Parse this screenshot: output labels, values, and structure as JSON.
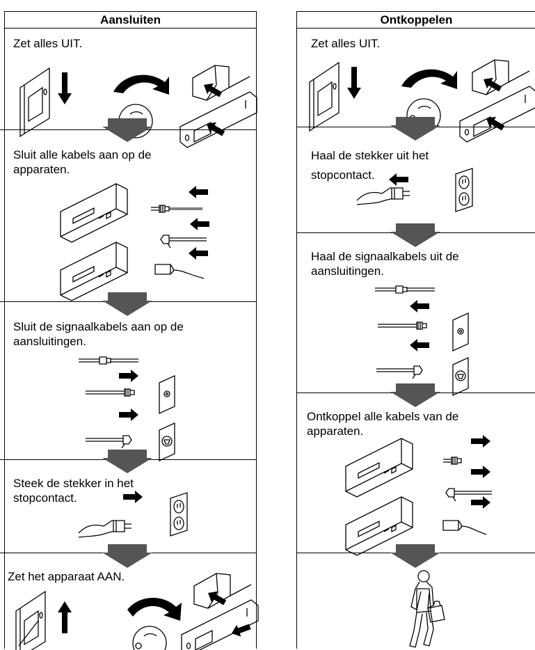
{
  "left": {
    "title": "Aansluiten",
    "steps": [
      "Zet alles UIT.",
      "Sluit alle kabels aan op de\napparaten.",
      "Sluit de signaalkabels aan op de\naansluitingen.",
      "Steek de stekker in het\nstopcontact.",
      "Zet het apparaat AAN."
    ]
  },
  "right": {
    "title": "Ontkoppelen",
    "steps": [
      "Zet alles UIT.",
      "Haal de stekker uit het\nstopcontact.",
      "Haal de signaalkabels uit de\naansluitingen.",
      "Ontkoppel alle kabels van de\napparaten."
    ]
  },
  "icons": [
    "power-switch-icon",
    "dial-icon",
    "rocker-switch-icon",
    "device-icon",
    "connector-icon",
    "arrow-icon",
    "power-plug-icon",
    "wall-outlet-icon",
    "person-walking-icon",
    "flow-arrow-icon"
  ]
}
